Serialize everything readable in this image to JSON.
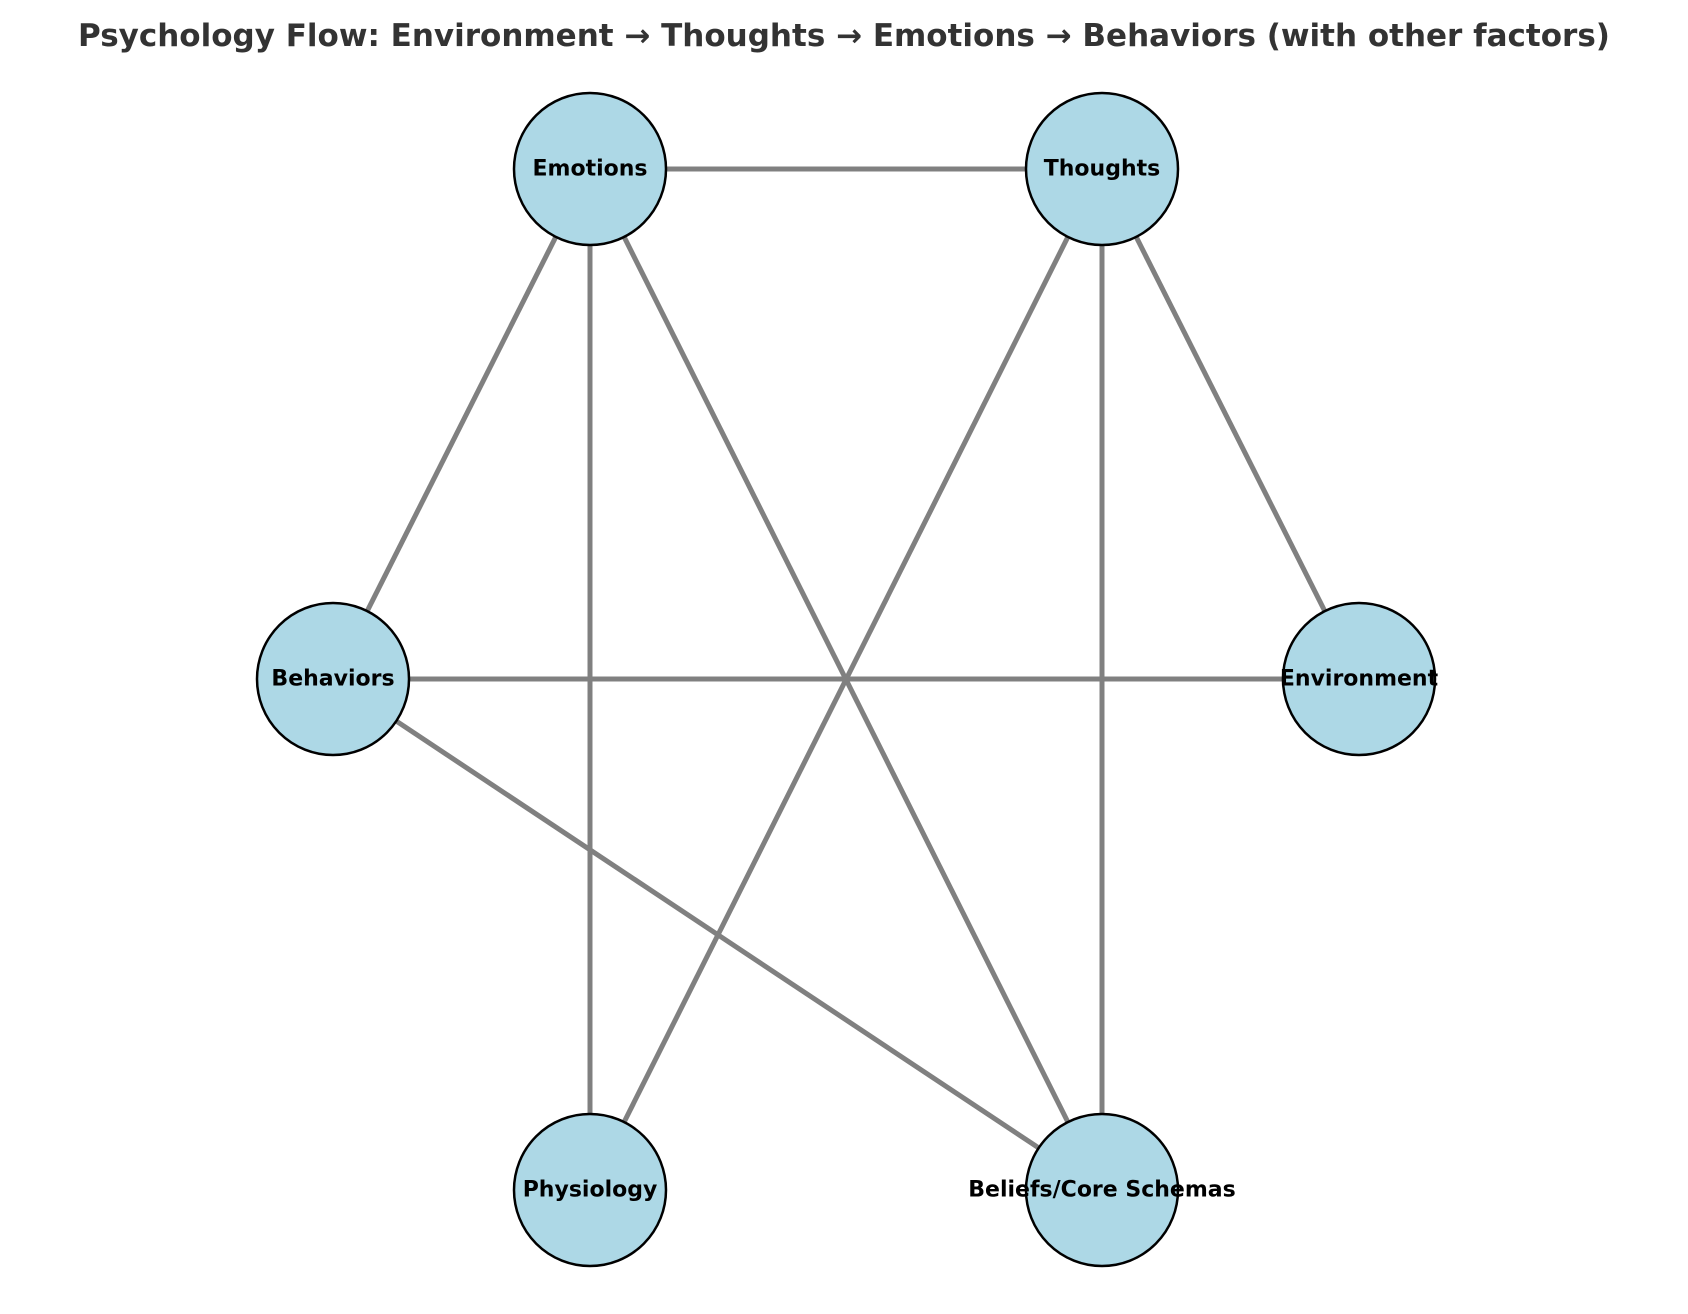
{
  "title": "Psychology Flow: Environment → Thoughts → Emotions → Behaviors (with other factors)",
  "colors": {
    "node_fill": "#add8e6",
    "node_stroke": "#000000",
    "edge": "#808080",
    "title": "#333333"
  },
  "nodes": [
    {
      "id": "emotions",
      "label": "Emotions"
    },
    {
      "id": "thoughts",
      "label": "Thoughts"
    },
    {
      "id": "behaviors",
      "label": "Behaviors"
    },
    {
      "id": "environment",
      "label": "Environment"
    },
    {
      "id": "physiology",
      "label": "Physiology"
    },
    {
      "id": "beliefs",
      "label": "Beliefs/Core Schemas"
    }
  ],
  "edges": [
    {
      "from": "emotions",
      "to": "thoughts"
    },
    {
      "from": "emotions",
      "to": "behaviors"
    },
    {
      "from": "emotions",
      "to": "physiology"
    },
    {
      "from": "emotions",
      "to": "beliefs"
    },
    {
      "from": "thoughts",
      "to": "environment"
    },
    {
      "from": "thoughts",
      "to": "physiology"
    },
    {
      "from": "thoughts",
      "to": "beliefs"
    },
    {
      "from": "behaviors",
      "to": "environment"
    },
    {
      "from": "behaviors",
      "to": "beliefs"
    }
  ]
}
